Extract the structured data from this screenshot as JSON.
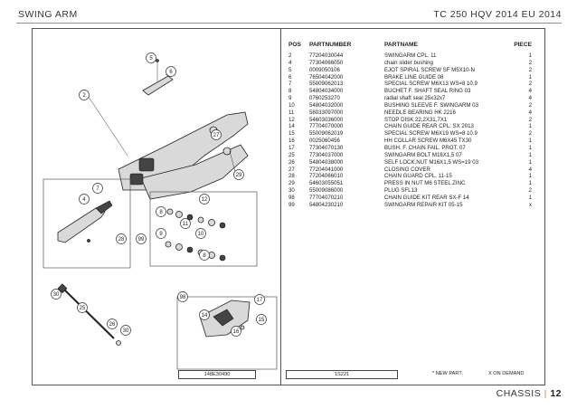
{
  "header": {
    "left": "SWING ARM",
    "right": "TC 250 HQV 2014 EU 2014"
  },
  "table": {
    "headers": {
      "pos": "POS",
      "partnumber": "PARTNUMBER",
      "partname": "PARTNAME",
      "piece": "PIECE"
    },
    "rows": [
      {
        "pos": "2",
        "pn": "77204030044",
        "name": "SWINGARM CPL. 11",
        "qty": "1"
      },
      {
        "pos": "4",
        "pn": "77304066050",
        "name": "chain slider bushing",
        "qty": "2"
      },
      {
        "pos": "5",
        "pn": "0009050106",
        "name": "EJOT SPIRAL SCREW SF M5X10-N",
        "qty": "2"
      },
      {
        "pos": "6",
        "pn": "76504042000",
        "name": "BRAKE LINE GUIDE 08",
        "qty": "1"
      },
      {
        "pos": "7",
        "pn": "55009062013",
        "name": "SPECIAL SCREW M6X13 WS=8 10.9",
        "qty": "2"
      },
      {
        "pos": "8",
        "pn": "54804034000",
        "name": "BUCHET F. SHAFT SEAL RING 03",
        "qty": "4"
      },
      {
        "pos": "9",
        "pn": "0760253270",
        "name": "radial shaft seal 25x32x7",
        "qty": "4"
      },
      {
        "pos": "10",
        "pn": "54804032000",
        "name": "BUSHING SLEEVE F. SWINGARM 03",
        "qty": "2"
      },
      {
        "pos": "11",
        "pn": "58033097000",
        "name": "NEEDLE BEARING HK 2216",
        "qty": "4"
      },
      {
        "pos": "12",
        "pn": "54603036000",
        "name": "STOP DISK 22,2X31,7X1",
        "qty": "2"
      },
      {
        "pos": "14",
        "pn": "77704070000",
        "name": "CHAIN GUIDE REAR CPL. SX 2013",
        "qty": "1"
      },
      {
        "pos": "15",
        "pn": "55009062019",
        "name": "SPECIAL SCREW M6X19 WS=8 10.9",
        "qty": "2"
      },
      {
        "pos": "16",
        "pn": "0025060456",
        "name": "HH COLLAR SCREW M6X45 TX30",
        "qty": "1"
      },
      {
        "pos": "17",
        "pn": "77304070130",
        "name": "BUSH. F. CHAIN FAIL. PROT. 07",
        "qty": "1"
      },
      {
        "pos": "25",
        "pn": "77304037000",
        "name": "SWINGARM BOLT M16X1,5 07",
        "qty": "1"
      },
      {
        "pos": "26",
        "pn": "54804038000",
        "name": "SELF LOCK.NUT M16X1,5 WS=19 03",
        "qty": "1"
      },
      {
        "pos": "27",
        "pn": "77204041000",
        "name": "CLOSING COVER",
        "qty": "4"
      },
      {
        "pos": "28",
        "pn": "77204066010",
        "name": "CHAIN GUARD CPL. 11-15",
        "qty": "1"
      },
      {
        "pos": "29",
        "pn": "54603055051",
        "name": "PRESS IN NUT M6 STEEL ZINC",
        "qty": "1"
      },
      {
        "pos": "30",
        "pn": "55009086000",
        "name": "PLUG SFL13",
        "qty": "2"
      },
      {
        "pos": "98",
        "pn": "77704070210",
        "name": "CHAIN GUIDE KIT REAR SX-F 14",
        "qty": "1"
      },
      {
        "pos": "99",
        "pn": "54804230210",
        "name": "SWINGARM REPAIR KIT 05-15",
        "qty": "x"
      }
    ]
  },
  "diagram": {
    "callouts": [
      "5",
      "6",
      "2",
      "27",
      "29",
      "7",
      "4",
      "28",
      "99",
      "8",
      "9",
      "10",
      "11",
      "12",
      "8",
      "30",
      "25",
      "26",
      "30",
      "98",
      "17",
      "14",
      "15",
      "16"
    ]
  },
  "footer": {
    "code_left": "148E30490",
    "code_mid": "1S221",
    "new_part": "* NEW PART",
    "on_demand": "X ON DEMAND",
    "section": "CHASSIS",
    "page": "12",
    "separator": "|"
  },
  "colors": {
    "accent": "#e07a30",
    "line": "#555555"
  }
}
